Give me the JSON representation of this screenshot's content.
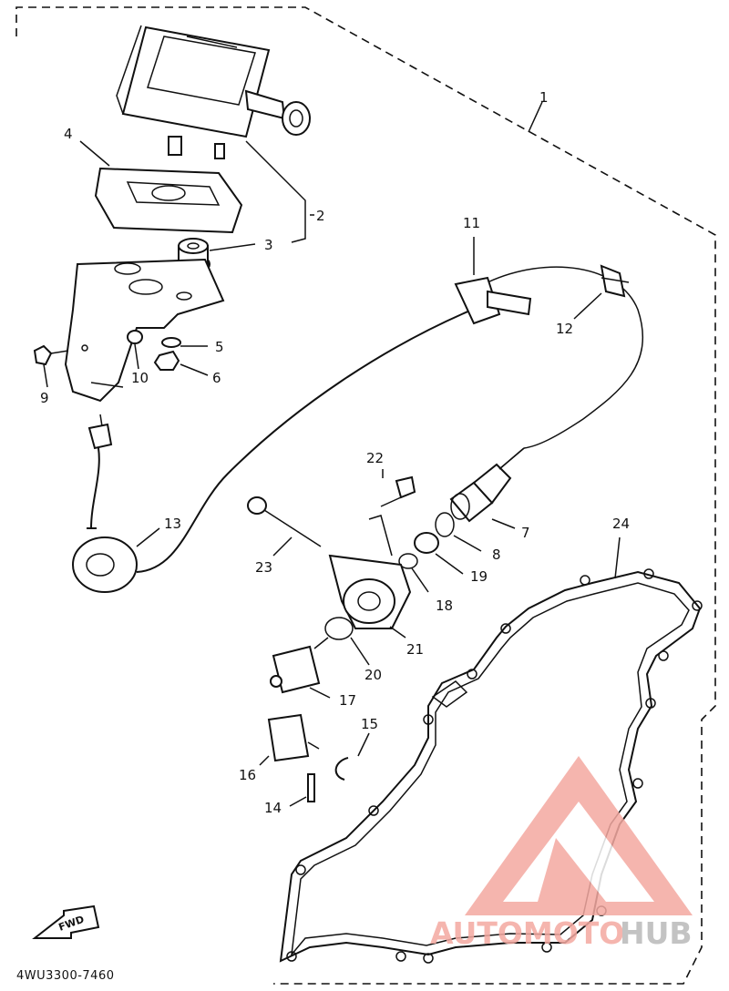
{
  "diagram": {
    "part_numbers": [
      "1",
      "2",
      "3",
      "4",
      "5",
      "6",
      "7",
      "8",
      "9",
      "10",
      "11",
      "12",
      "13",
      "14",
      "15",
      "16",
      "17",
      "18",
      "19",
      "20",
      "21",
      "22",
      "23",
      "24"
    ],
    "drawing_code": "4WU3300-7460",
    "fwd_label": "FWD"
  },
  "watermark": {
    "text_part1": "AUTOMOTO",
    "text_part2": "HUB",
    "color_primary": "#f4a9a1",
    "color_secondary": "#b9b9b9",
    "color_accent": "#f6c86a"
  }
}
